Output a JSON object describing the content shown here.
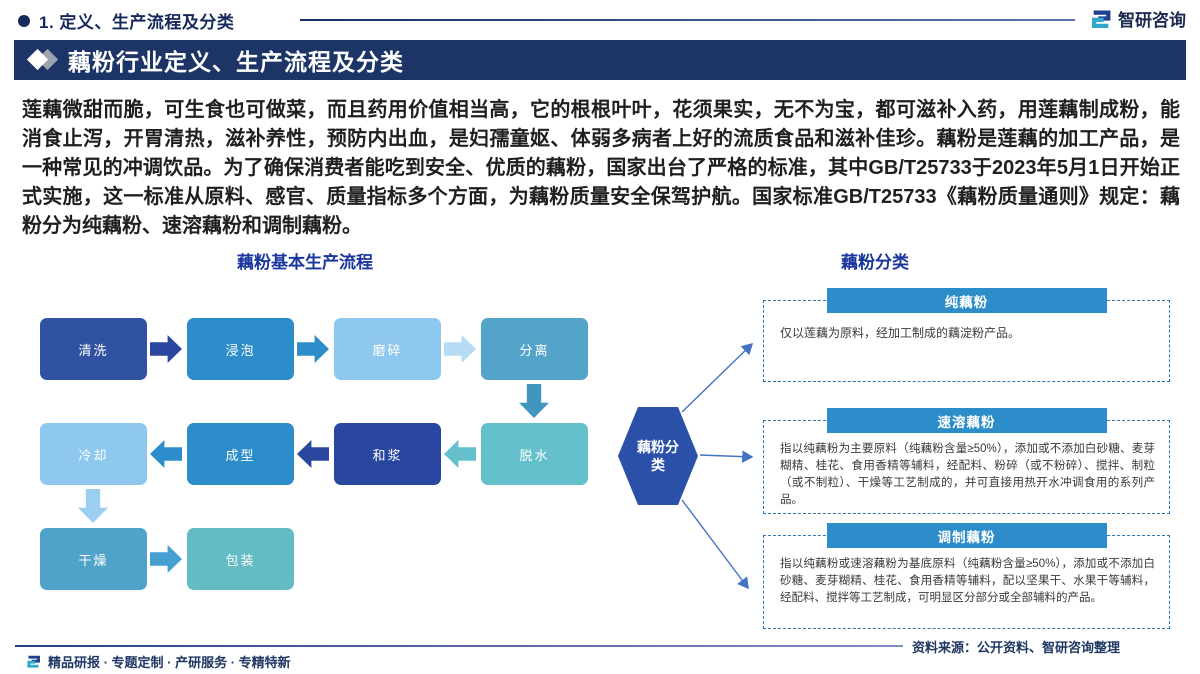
{
  "header": {
    "section_title": "1. 定义、生产流程及分类",
    "logo_text": "智研咨询"
  },
  "banner": {
    "title": "藕粉行业定义、生产流程及分类"
  },
  "intro": "莲藕微甜而脆，可生食也可做菜，而且药用价值相当高，它的根根叶叶，花须果实，无不为宝，都可滋补入药，用莲藕制成粉，能消食止泻，开胃清热，滋补养性，预防内出血，是妇孺童妪、体弱多病者上好的流质食品和滋补佳珍。藕粉是莲藕的加工产品，是一种常见的冲调饮品。为了确保消费者能吃到安全、优质的藕粉，国家出台了严格的标准，其中GB/T25733于2023年5月1日开始正式实施，这一标准从原料、感官、质量指标多个方面，为藕粉质量安全保驾护航。国家标准GB/T25733《藕粉质量通则》规定：藕粉分为纯藕粉、速溶藕粉和调制藕粉。",
  "flow": {
    "title": "藕粉基本生产流程",
    "boxes": [
      {
        "label": "清洗",
        "color": "#3152A3"
      },
      {
        "label": "浸泡",
        "color": "#2C8DCA"
      },
      {
        "label": "磨碎",
        "color": "#8FC8EE"
      },
      {
        "label": "分离",
        "color": "#53A4C8"
      },
      {
        "label": "冷却",
        "color": "#8FC8EE"
      },
      {
        "label": "成型",
        "color": "#2C8DCA"
      },
      {
        "label": "和浆",
        "color": "#2A47A0"
      },
      {
        "label": "脱水",
        "color": "#64C0CA"
      },
      {
        "label": "干燥",
        "color": "#4FA3CA"
      },
      {
        "label": "包装",
        "color": "#63BCC4"
      }
    ],
    "arrows": [
      {
        "dir": "right",
        "color": "#2A47A0"
      },
      {
        "dir": "right",
        "color": "#2C8DCA"
      },
      {
        "dir": "right",
        "color": "#B5DCF4"
      },
      {
        "dir": "down",
        "color": "#4096C0"
      },
      {
        "dir": "left",
        "color": "#64C0CA"
      },
      {
        "dir": "left",
        "color": "#2A47A0"
      },
      {
        "dir": "left",
        "color": "#2C8DCA"
      },
      {
        "dir": "down",
        "color": "#9CCEF0"
      },
      {
        "dir": "right",
        "color": "#459FD0"
      }
    ]
  },
  "classification": {
    "title": "藕粉分类",
    "hexagon_label": "藕粉分类",
    "hexagon_color": "#2A50A8",
    "header_color": "#2C8DCA",
    "connector_color": "#4472C4",
    "categories": [
      {
        "name": "纯藕粉",
        "desc": "仅以莲藕为原料，经加工制成的藕淀粉产品。"
      },
      {
        "name": "速溶藕粉",
        "desc": "指以纯藕粉为主要原料（纯藕粉含量≥50%），添加或不添加白砂糖、麦芽糊精、桂花、食用香精等辅料，经配料、粉碎（或不粉碎）、搅拌、制粒（或不制粒）、干燥等工艺制成的，并可直接用热开水冲调食用的系列产品。"
      },
      {
        "name": "调制藕粉",
        "desc": "指以纯藕粉或速溶藕粉为基底原料（纯藕粉含量≥50%），添加或不添加白砂糖、麦芽糊精、桂花、食用香精等辅料，配以坚果干、水果干等辅料，经配料、搅拌等工艺制成，可明显区分部分或全部辅料的产品。"
      }
    ]
  },
  "source_note": "资料来源：公开资料、智研咨询整理",
  "footer_text": "精品研报 · 专题定制 · 产研服务 · 专精特新",
  "colors": {
    "banner_bg": "#1C3566",
    "navy_text": "#16295C",
    "diagram_title_blue": "#1B379E",
    "dashed_border": "#2E75B6"
  }
}
